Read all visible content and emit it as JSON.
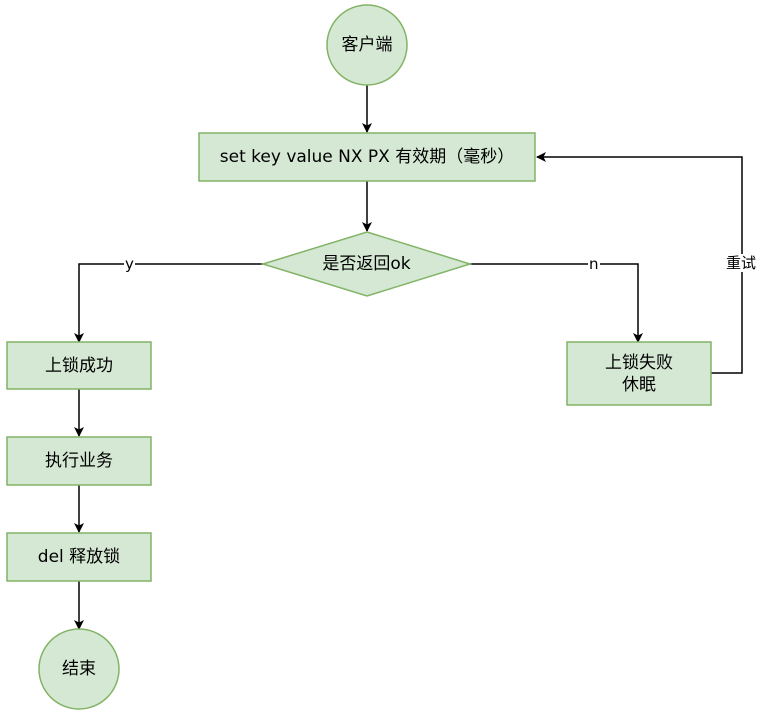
{
  "nodes": {
    "start": "客户端",
    "command": "set key value NX PX 有效期（毫秒）",
    "decision": "是否返回ok",
    "locked": "上锁成功",
    "execute": "执行业务",
    "release": "del 释放锁",
    "end": "结束",
    "failed_line1": "上锁失败",
    "failed_line2": "休眠"
  },
  "edges": {
    "yes": "y",
    "no": "n",
    "retry": "重试"
  },
  "colors": {
    "node_fill": "#d5e8d4",
    "node_stroke": "#82b366",
    "edge": "#000000"
  }
}
